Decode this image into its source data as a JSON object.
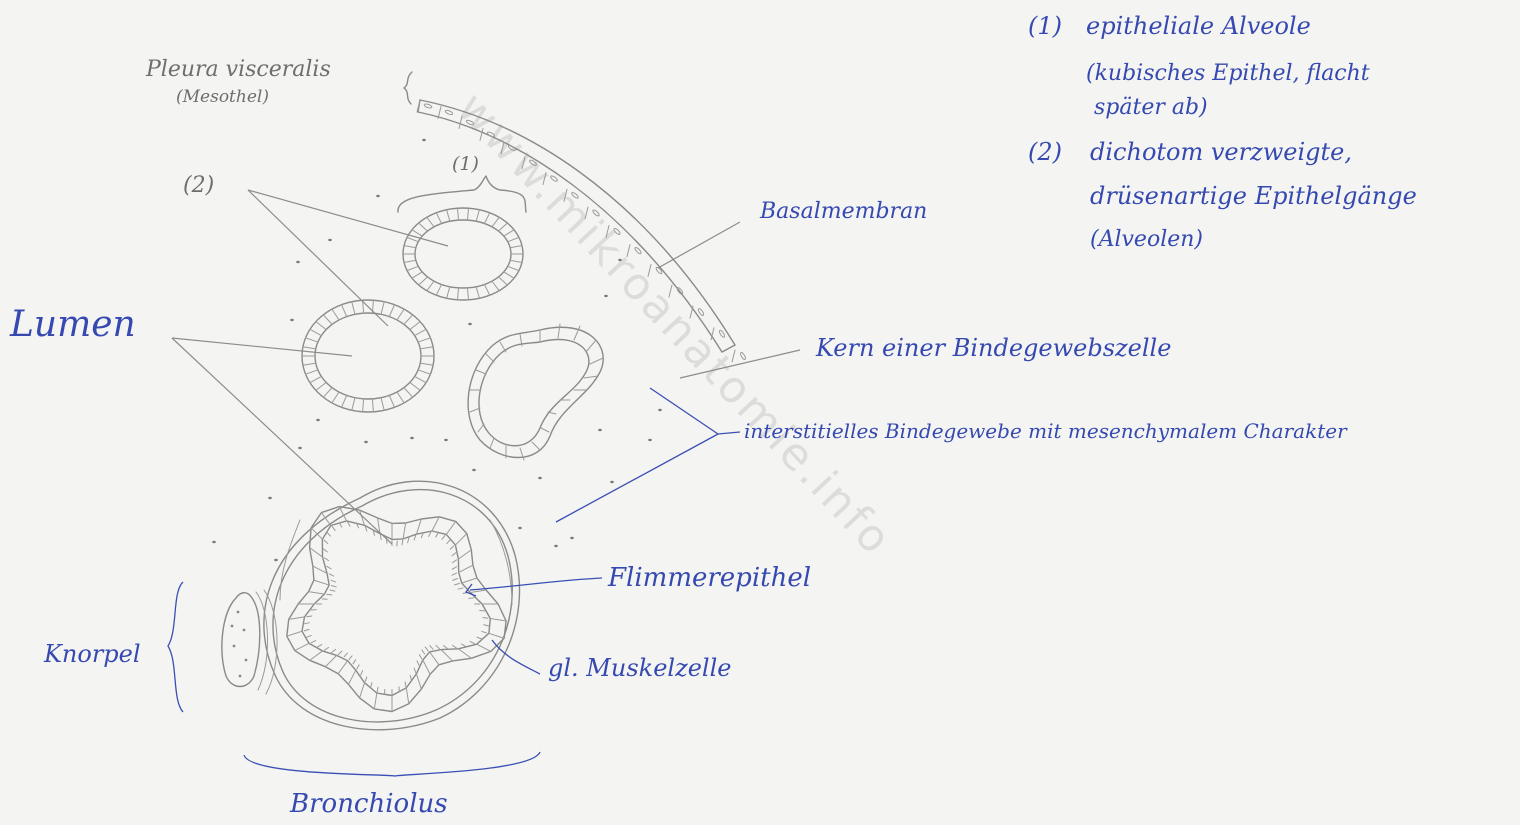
{
  "labels": {
    "pleura": "Pleura visceralis",
    "pleura_sub": "(Mesothel)",
    "num1": "(1)",
    "num2": "(2)",
    "basalmembran": "Basalmembran",
    "lumen": "Lumen",
    "kern": "Kern einer Bindegewebszelle",
    "interstitium": "interstitielles Bindegewebe mit mesenchymalem Charakter",
    "flimmer": "Flimmerepithel",
    "muskel": "gl. Muskelzelle",
    "knorpel": "Knorpel",
    "bronchiolus": "Bronchiolus"
  },
  "legend": {
    "item1_num": "(1)",
    "item1_line1": "epitheliale Alveole",
    "item1_line2": "(kubisches Epithel, flacht",
    "item1_line3": "später ab)",
    "item2_num": "(2)",
    "item2_line1": "dichotom verzweigte,",
    "item2_line2": "drüsenartige Epithelgänge",
    "item2_line3": "(Alveolen)"
  },
  "watermark": "www.mikroanatomie.info",
  "colors": {
    "pencil": "#8a8a8a",
    "ink_blue": "#3549b0",
    "paper": "#f4f4f2"
  }
}
